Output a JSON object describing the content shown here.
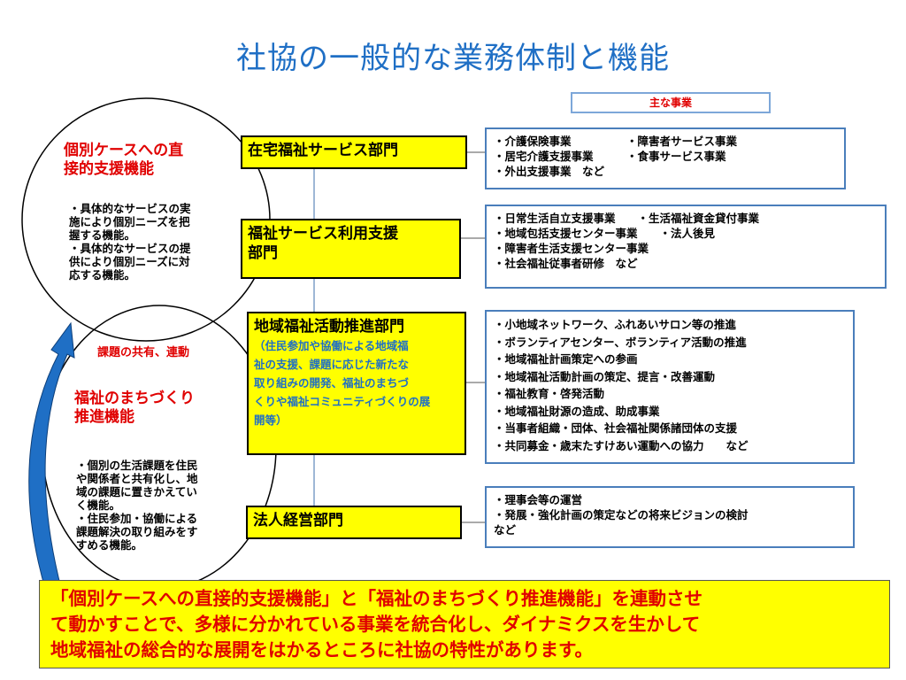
{
  "title": "社協の一般的な業務体制と機能",
  "legend": "主な事業",
  "left": {
    "upper_heading": [
      "個別ケースへの直",
      "接的支援機能"
    ],
    "upper_body": [
      "・具体的なサービスの実",
      "施により個別ニーズを把",
      "握する機能。",
      "・具体的なサービスの提",
      "供により個別ニーズに対",
      "応する機能。"
    ],
    "shared": "課題の共有、連動",
    "lower_heading": [
      "福祉のまちづくり",
      "推進機能"
    ],
    "lower_body": [
      "・個別の生活課題を住民",
      "や関係者と共有化し、地",
      "域の課題に置きかえてい",
      "く機能。",
      "・住民参加・協働による",
      "課題解決の取り組みをす",
      "すめる機能。"
    ]
  },
  "departments": [
    {
      "name": [
        "在宅福祉サービス部門"
      ]
    },
    {
      "name": [
        "福祉サービス利用支援",
        "部門"
      ]
    },
    {
      "name": [
        "地域福祉活動推進部門"
      ],
      "note": [
        "（住民参加や協働による地域福",
        "祉の支援、課題に応じた新たな",
        "取り組みの開発、福祉のまちづ",
        "くりや福祉コミュニティづくりの展",
        "開等）"
      ]
    },
    {
      "name": [
        "法人経営部門"
      ]
    }
  ],
  "services": [
    [
      "・介護保険事業　　　　　・障害者サービス事業",
      "・居宅介護支援事業　　　・食事サービス事業",
      "・外出支援事業　など"
    ],
    [
      "・日常生活自立支援事業　　・生活福祉資金貸付事業",
      "・地域包括支援センター事業　　・法人後見",
      "・障害者生活支援センター事業",
      "・社会福祉従事者研修　など"
    ],
    [
      "・小地域ネットワーク、ふれあいサロン等の推進",
      "・ボランティアセンター、ボランティア活動の推進",
      "・地域福祉計画策定への参画",
      "・地域福祉活動計画の策定、提言・改善運動",
      "・福祉教育・啓発活動",
      "・地域福祉財源の造成、助成事業",
      "・当事者組織・団体、社会福祉関係諸団体の支援",
      "・共同募金・歳末たすけあい運動への協力　　など"
    ],
    [
      "・理事会等の運営",
      "・発展・強化計画の策定などの将来ビジョンの検討",
      "など"
    ]
  ],
  "summary": [
    "「個別ケースへの直接的支援機能」と「福祉のまちづくり推進機能」を連動させ",
    "て動かすことで、多様に分かれている事業を統合化し、ダイナミクスを生かして",
    "地域福祉の総合的な展開をはかるところに社協の特性があります。"
  ],
  "colors": {
    "title": "#1f6fc5",
    "red": "#e00000",
    "yellow": "#ffff00",
    "arrow": "#1f6fc5",
    "box_border": "#4a7ebb"
  }
}
